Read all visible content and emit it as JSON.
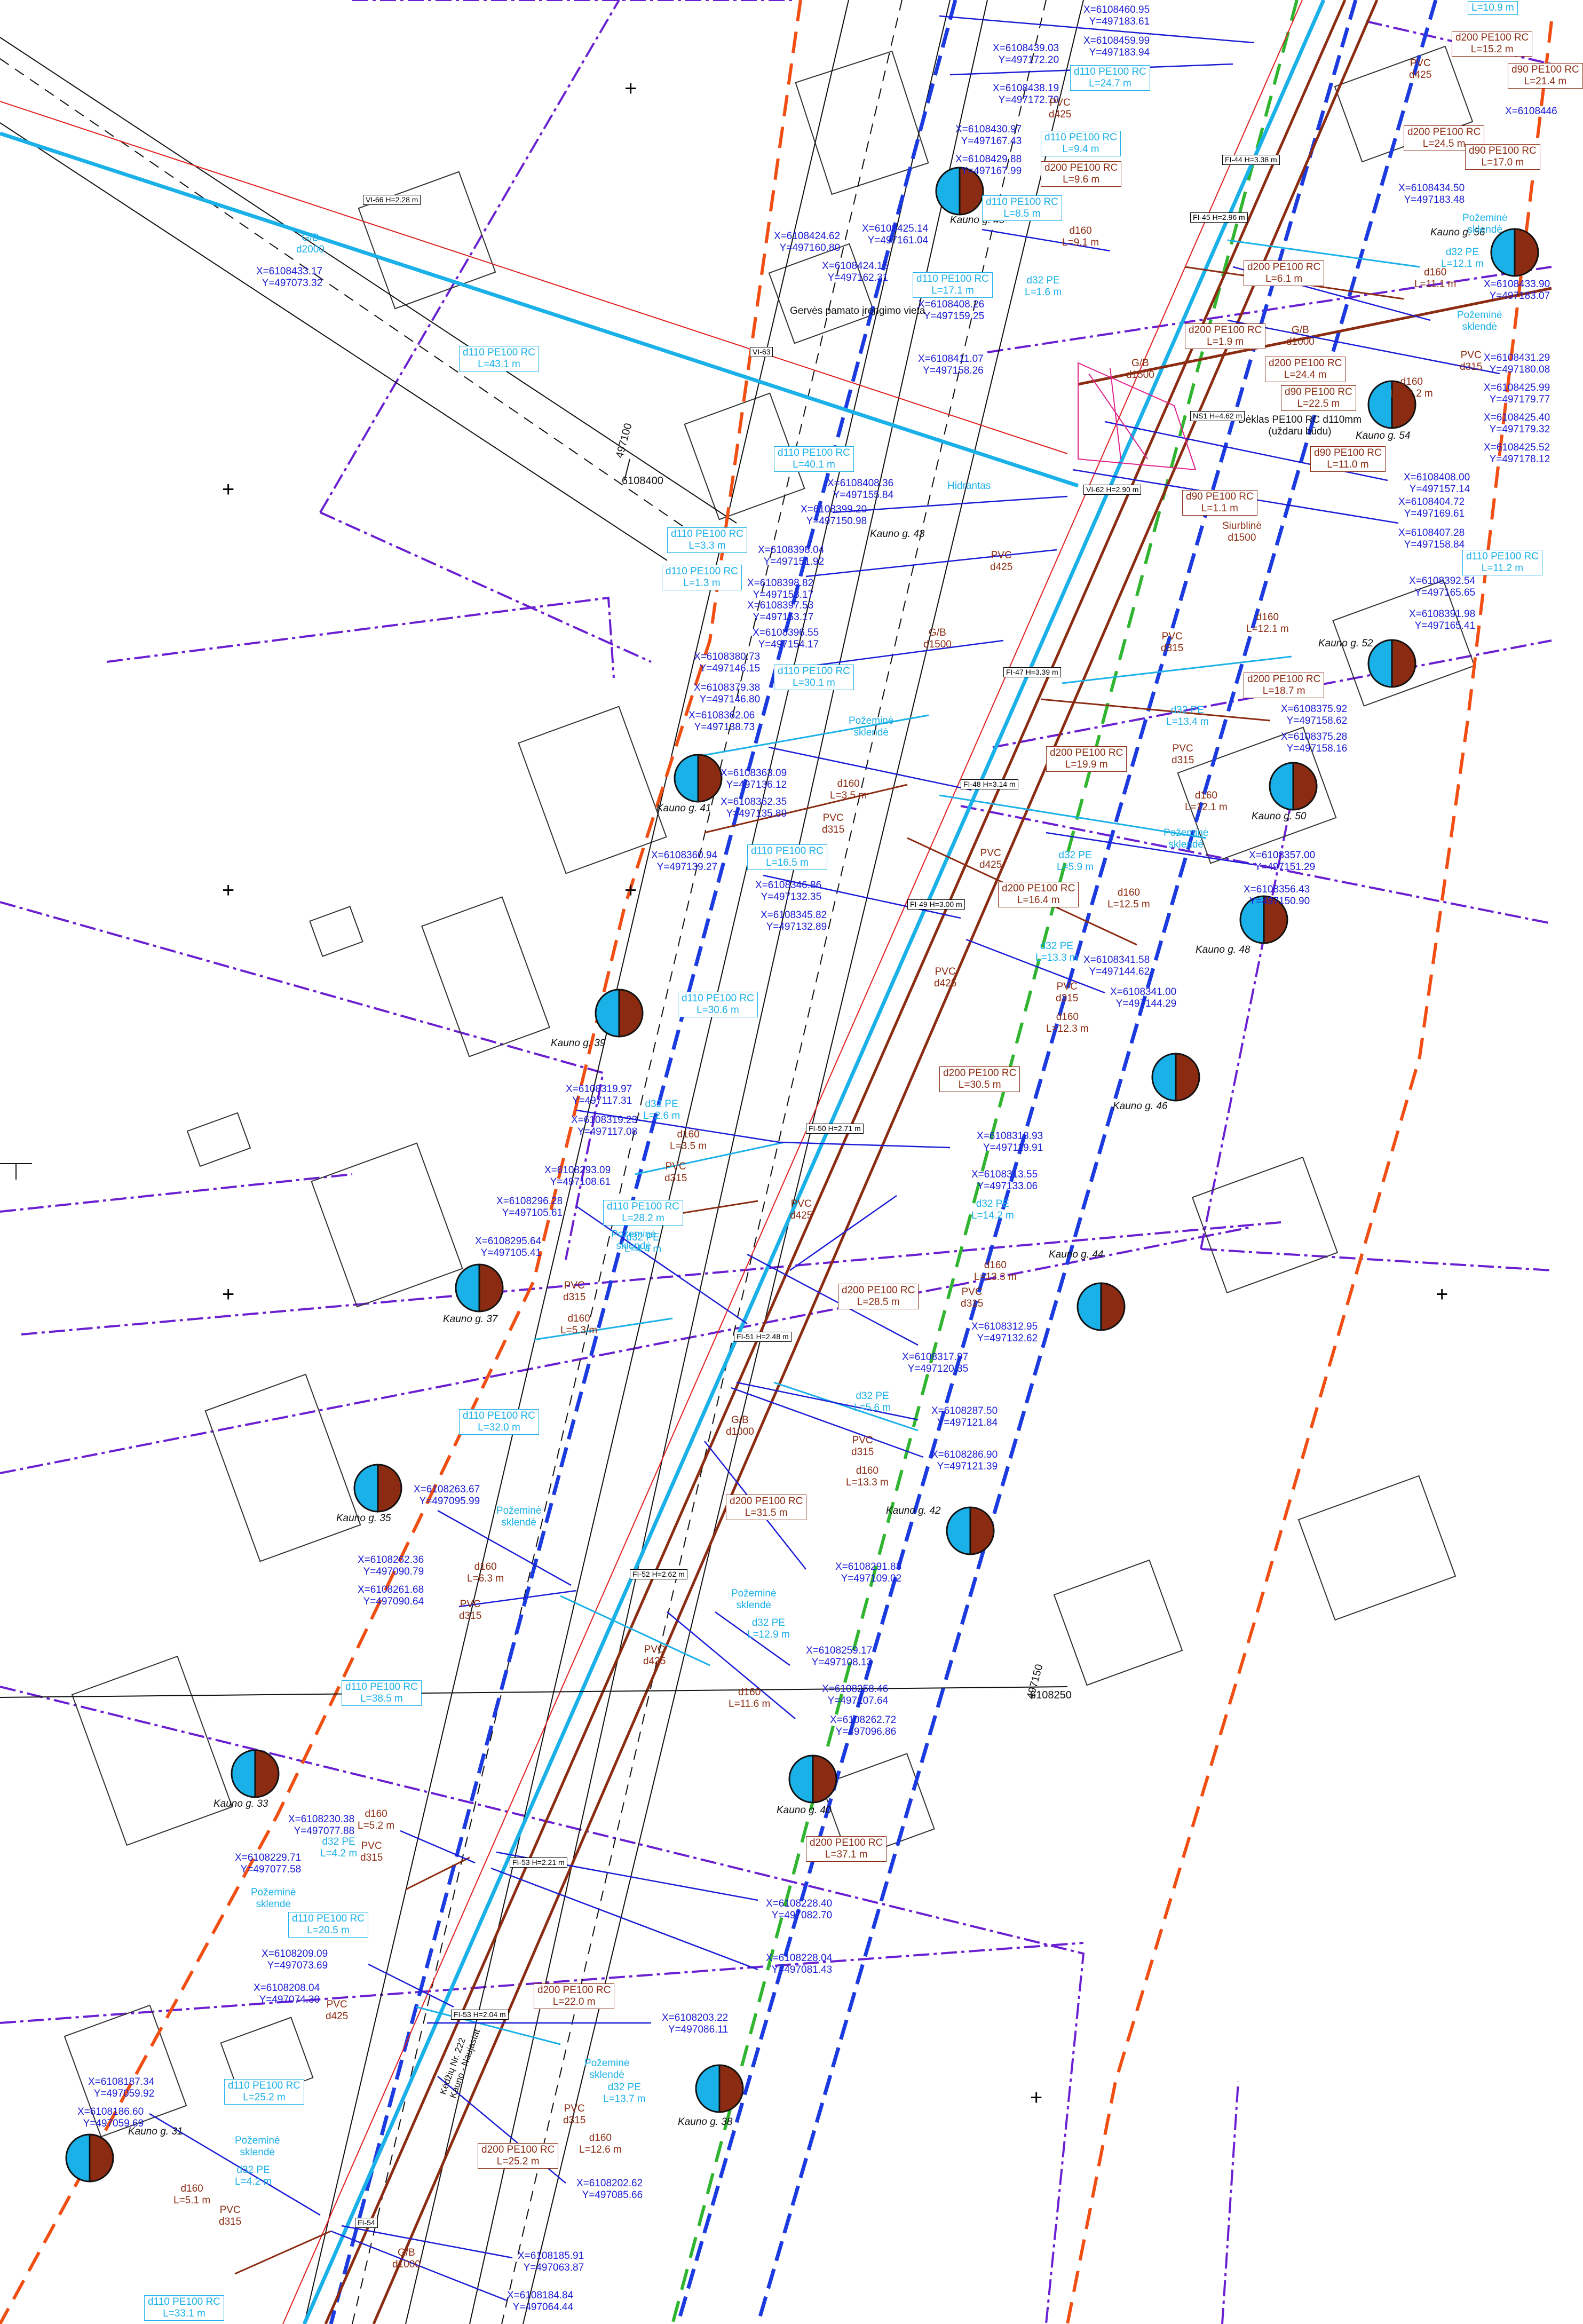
{
  "colors": {
    "water": "#1ab0e8",
    "sewer": "#8b2c12",
    "boundary": "#6a1fd0",
    "red_line": "#f04e12",
    "green_line": "#2fb52f",
    "blue_line": "#1b3be0",
    "coord": "#1b1bd6"
  },
  "icons": {
    "house_pie": "half-blue-half-brown-circle-icon",
    "grid_cross": "plus-cross-icon",
    "well": "rectangle-well-label"
  },
  "labels": {
    "gerves": "Gervės pamato įrengimo vieta",
    "deklas": "Dėklas PE100 RC d110mm\n(uždaru būdu)",
    "grid_x_top": "6108400",
    "grid_y_top": "497100",
    "grid_y_bottom": "497150",
    "grid_x_bottom": "6108250",
    "street_name": "Kėdžių Nr. 222\nKauno - Naujastat"
  },
  "houses": [
    {
      "label": "Kauno g. 45"
    },
    {
      "label": "Kauno g. 56"
    },
    {
      "label": "Kauno g. 54"
    },
    {
      "label": "Kauno g. 52"
    },
    {
      "label": "Kauno g. 43"
    },
    {
      "label": "Kauno g. 41"
    },
    {
      "label": "Kauno g. 50"
    },
    {
      "label": "Kauno g. 48"
    },
    {
      "label": "Kauno g. 39"
    },
    {
      "label": "Kauno g. 46"
    },
    {
      "label": "Kauno g. 37"
    },
    {
      "label": "Kauno g. 44"
    },
    {
      "label": "Kauno g. 35"
    },
    {
      "label": "Kauno g. 42"
    },
    {
      "label": "Kauno g. 33"
    },
    {
      "label": "Kauno g. 40"
    },
    {
      "label": "Kauno g. 31"
    },
    {
      "label": "Kauno g. 38"
    }
  ],
  "wells": [
    {
      "label": "VI-66\nH=2.28 m"
    },
    {
      "label": "VI-63"
    },
    {
      "label": "FI-45\nH=2.96 m"
    },
    {
      "label": "FI-44\nH=3.38 m"
    },
    {
      "label": "NS1\nH=4.62 m"
    },
    {
      "label": "VI-62\nH=2.90 m"
    },
    {
      "label": "FI-47\nH=3.39 m"
    },
    {
      "label": "FI-48\nH=3.14 m"
    },
    {
      "label": "FI-49\nH=3.00 m"
    },
    {
      "label": "FI-50\nH=2.71 m"
    },
    {
      "label": "FI-51\nH=2.48 m"
    },
    {
      "label": "FI-52\nH=2.62 m"
    },
    {
      "label": "FI-53\nH=2.21 m"
    },
    {
      "label": "FI-53\nH=2.04 m"
    },
    {
      "label": "FI-54"
    }
  ],
  "coords": [
    "X=6108460.95\nY=497183.61",
    "X=6108439.03\nY=497172.20",
    "X=6108459.99\nY=497183.94",
    "X=6108438.19\nY=497172.70",
    "X=6108430.97\nY=497167.43",
    "X=6108429.88\nY=497167.99",
    "X=6108433.17\nY=497073.32",
    "X=6108425.14\nY=497161.04",
    "X=6108424.62\nY=497160.80",
    "X=6108424.15\nY=497162.31",
    "X=6108408.26\nY=497159.25",
    "X=6108411.07\nY=497158.26",
    "X=6108446",
    "X=6108434.50\nY=497183.48",
    "X=6108433.90\nY=497183.07",
    "X=6108431.29\nY=497180.08",
    "X=6108425.99\nY=497179.77",
    "X=6108425.40\nY=497179.32",
    "X=6108425.52\nY=497178.12",
    "X=6108408.00\nY=497157.14",
    "X=6108404.72\nY=497169.61",
    "X=6108407.28\nY=497158.84",
    "X=6108392.54\nY=497165.65",
    "X=6108391.98\nY=497165.41",
    "X=6108408.36\nY=497155.84",
    "X=6108399.20\nY=497150.98",
    "X=6108398.04\nY=497151.92",
    "X=6108398.82\nY=497153.17",
    "X=6108397.53\nY=497153.17",
    "X=6108396.55\nY=497154.17",
    "X=6108380.73\nY=497146.15",
    "X=6108379.38\nY=497146.80",
    "X=6108362.06\nY=497138.73",
    "X=6108375.92\nY=497158.62",
    "X=6108375.28\nY=497158.16",
    "X=6108363.09\nY=497136.12",
    "X=6108362.35\nY=497135.89",
    "X=6108360.94\nY=497139.27",
    "X=6108357.00\nY=497151.29",
    "X=6108356.43\nY=497150.90",
    "X=6108346.86\nY=497132.35",
    "X=6108345.82\nY=497132.89",
    "X=6108341.58\nY=497144.62",
    "X=6108341.00\nY=497144.29",
    "X=6108319.97\nY=497117.31",
    "X=6108319.23\nY=497117.08",
    "X=6108318.93\nY=497119.91",
    "X=6108293.09\nY=497108.61",
    "X=6108296.28\nY=497105.61",
    "X=6108295.64\nY=497105.41",
    "X=6108313.55\nY=497133.06",
    "X=6108312.95\nY=497132.62",
    "X=6108317.97\nY=497120.35",
    "X=6108287.50\nY=497121.84",
    "X=6108286.90\nY=497121.39",
    "X=6108263.67\nY=497095.99",
    "X=6108262.36\nY=497090.79",
    "X=6108261.68\nY=497090.64",
    "X=6108291.83\nY=497109.02",
    "X=6108259.17\nY=497108.13",
    "X=6108258.46\nY=497107.64",
    "X=6108262.72\nY=497096.86",
    "X=6108230.38\nY=497077.88",
    "X=6108229.71\nY=497077.58",
    "X=6108228.40\nY=497082.70",
    "X=6108228.04\nY=497081.43",
    "X=6108209.09\nY=497073.69",
    "X=6108208.04\nY=497074.30",
    "X=6108203.22\nY=497086.11",
    "X=6108187.34\nY=497059.92",
    "X=6108186.60\nY=497059.69",
    "X=6108202.62\nY=497085.66",
    "X=6108185.91\nY=497063.87",
    "X=6108184.84\nY=497064.44"
  ],
  "pipe_labels": [
    {
      "color": "blue",
      "text": "L=10.9 m"
    },
    {
      "color": "brown",
      "text": "d200 PE100 RC\nL=15.2 m"
    },
    {
      "color": "brown",
      "text": "d90 PE100 RC\nL=21.4 m"
    },
    {
      "color": "blue",
      "text": "d110 PE100 RC\nL=24.7 m"
    },
    {
      "color": "blue",
      "text": "d110 PE100 RC\nL=9.4 m"
    },
    {
      "color": "brown",
      "text": "d200 PE100 RC\nL=9.6 m"
    },
    {
      "color": "blue",
      "text": "d110 PE100 RC\nL=8.5 m"
    },
    {
      "color": "brown",
      "text": "d200 PE100 RC\nL=24.5 m"
    },
    {
      "color": "brown",
      "text": "d90 PE100 RC\nL=17.0 m"
    },
    {
      "color": "blue",
      "text": "d110 PE100 RC\nL=17.1 m"
    },
    {
      "color": "brown",
      "text": "d200 PE100 RC\nL=6.1 m"
    },
    {
      "color": "blue",
      "text": "d110 PE100 RC\nL=43.1 m"
    },
    {
      "color": "brown",
      "text": "d200 PE100 RC\nL=1.9 m"
    },
    {
      "color": "brown",
      "text": "d200 PE100 RC\nL=24.4 m"
    },
    {
      "color": "brown",
      "text": "d90 PE100 RC\nL=22.5 m"
    },
    {
      "color": "blue",
      "text": "d110 PE100 RC\nL=40.1 m"
    },
    {
      "color": "brown",
      "text": "d90 PE100 RC\nL=11.0 m"
    },
    {
      "color": "brown",
      "text": "d90 PE100 RC\nL=1.1 m"
    },
    {
      "color": "blue",
      "text": "d110 PE100 RC\nL=3.3 m"
    },
    {
      "color": "blue",
      "text": "d110 PE100 RC\nL=1.3 m"
    },
    {
      "color": "blue",
      "text": "d110 PE100 RC\nL=11.2 m"
    },
    {
      "color": "blue",
      "text": "d110 PE100 RC\nL=30.1 m"
    },
    {
      "color": "brown",
      "text": "d200 PE100 RC\nL=18.7 m"
    },
    {
      "color": "brown",
      "text": "d200 PE100 RC\nL=19.9 m"
    },
    {
      "color": "blue",
      "text": "d110 PE100 RC\nL=16.5 m"
    },
    {
      "color": "brown",
      "text": "d200 PE100 RC\nL=16.4 m"
    },
    {
      "color": "blue",
      "text": "d110 PE100 RC\nL=30.6 m"
    },
    {
      "color": "brown",
      "text": "d200 PE100 RC\nL=30.5 m"
    },
    {
      "color": "blue",
      "text": "d110 PE100 RC\nL=28.2 m"
    },
    {
      "color": "brown",
      "text": "d200 PE100 RC\nL=28.5 m"
    },
    {
      "color": "blue",
      "text": "d110 PE100 RC\nL=32.0 m"
    },
    {
      "color": "brown",
      "text": "d200 PE100 RC\nL=31.5 m"
    },
    {
      "color": "blue",
      "text": "d110 PE100 RC\nL=38.5 m"
    },
    {
      "color": "brown",
      "text": "d200 PE100 RC\nL=37.1 m"
    },
    {
      "color": "blue",
      "text": "d110 PE100 RC\nL=20.5 m"
    },
    {
      "color": "brown",
      "text": "d200 PE100 RC\nL=22.0 m"
    },
    {
      "color": "blue",
      "text": "d110 PE100 RC\nL=25.2 m"
    },
    {
      "color": "brown",
      "text": "d200 PE100 RC\nL=25.2 m"
    },
    {
      "color": "blue",
      "text": "d110 PE100 RC\nL=33.1 m"
    }
  ],
  "notes_blue": [
    "G/B\nd2000",
    "Hidrantas",
    "Požeminė\nsklendė",
    "d32 PE\nL=1.6 m",
    "d32 PE\nL=12.1 m",
    "d32 PE\nL=13.4 m",
    "d32 PE\nL=13.3 m",
    "d32 PE\nL=5.9 m",
    "d32 PE\nL=2.6 m",
    "d32 PE\nL=14.2 m",
    "d32 PE\nL=4.4 m",
    "d32 PE\nL=5.6 m",
    "d32 PE\nL=12.9 m",
    "d32 PE\nL=4.2 m",
    "d32 PE\nL=13.7 m"
  ],
  "notes_brown": [
    "PVC\nd425",
    "PVC\nd315",
    "d160\nL=9.1 m",
    "d160\nL=11.1 m",
    "d160\nL=12.2 m",
    "G/B\nd1000",
    "G/B\nd1500",
    "Siurblinė\nd1500",
    "d160\nL=12.1 m",
    "d160\nL=3.5 m",
    "d160\nL=12.5 m",
    "d160\nL=12.3 m",
    "d160\nL=13.3 m",
    "d160\nL=5.3 m",
    "d160\nL=6.3 m",
    "d160\nL=11.6 m",
    "d160\nL=5.2 m",
    "d160\nL=12.6 m",
    "d160\nL=5.1 m"
  ]
}
